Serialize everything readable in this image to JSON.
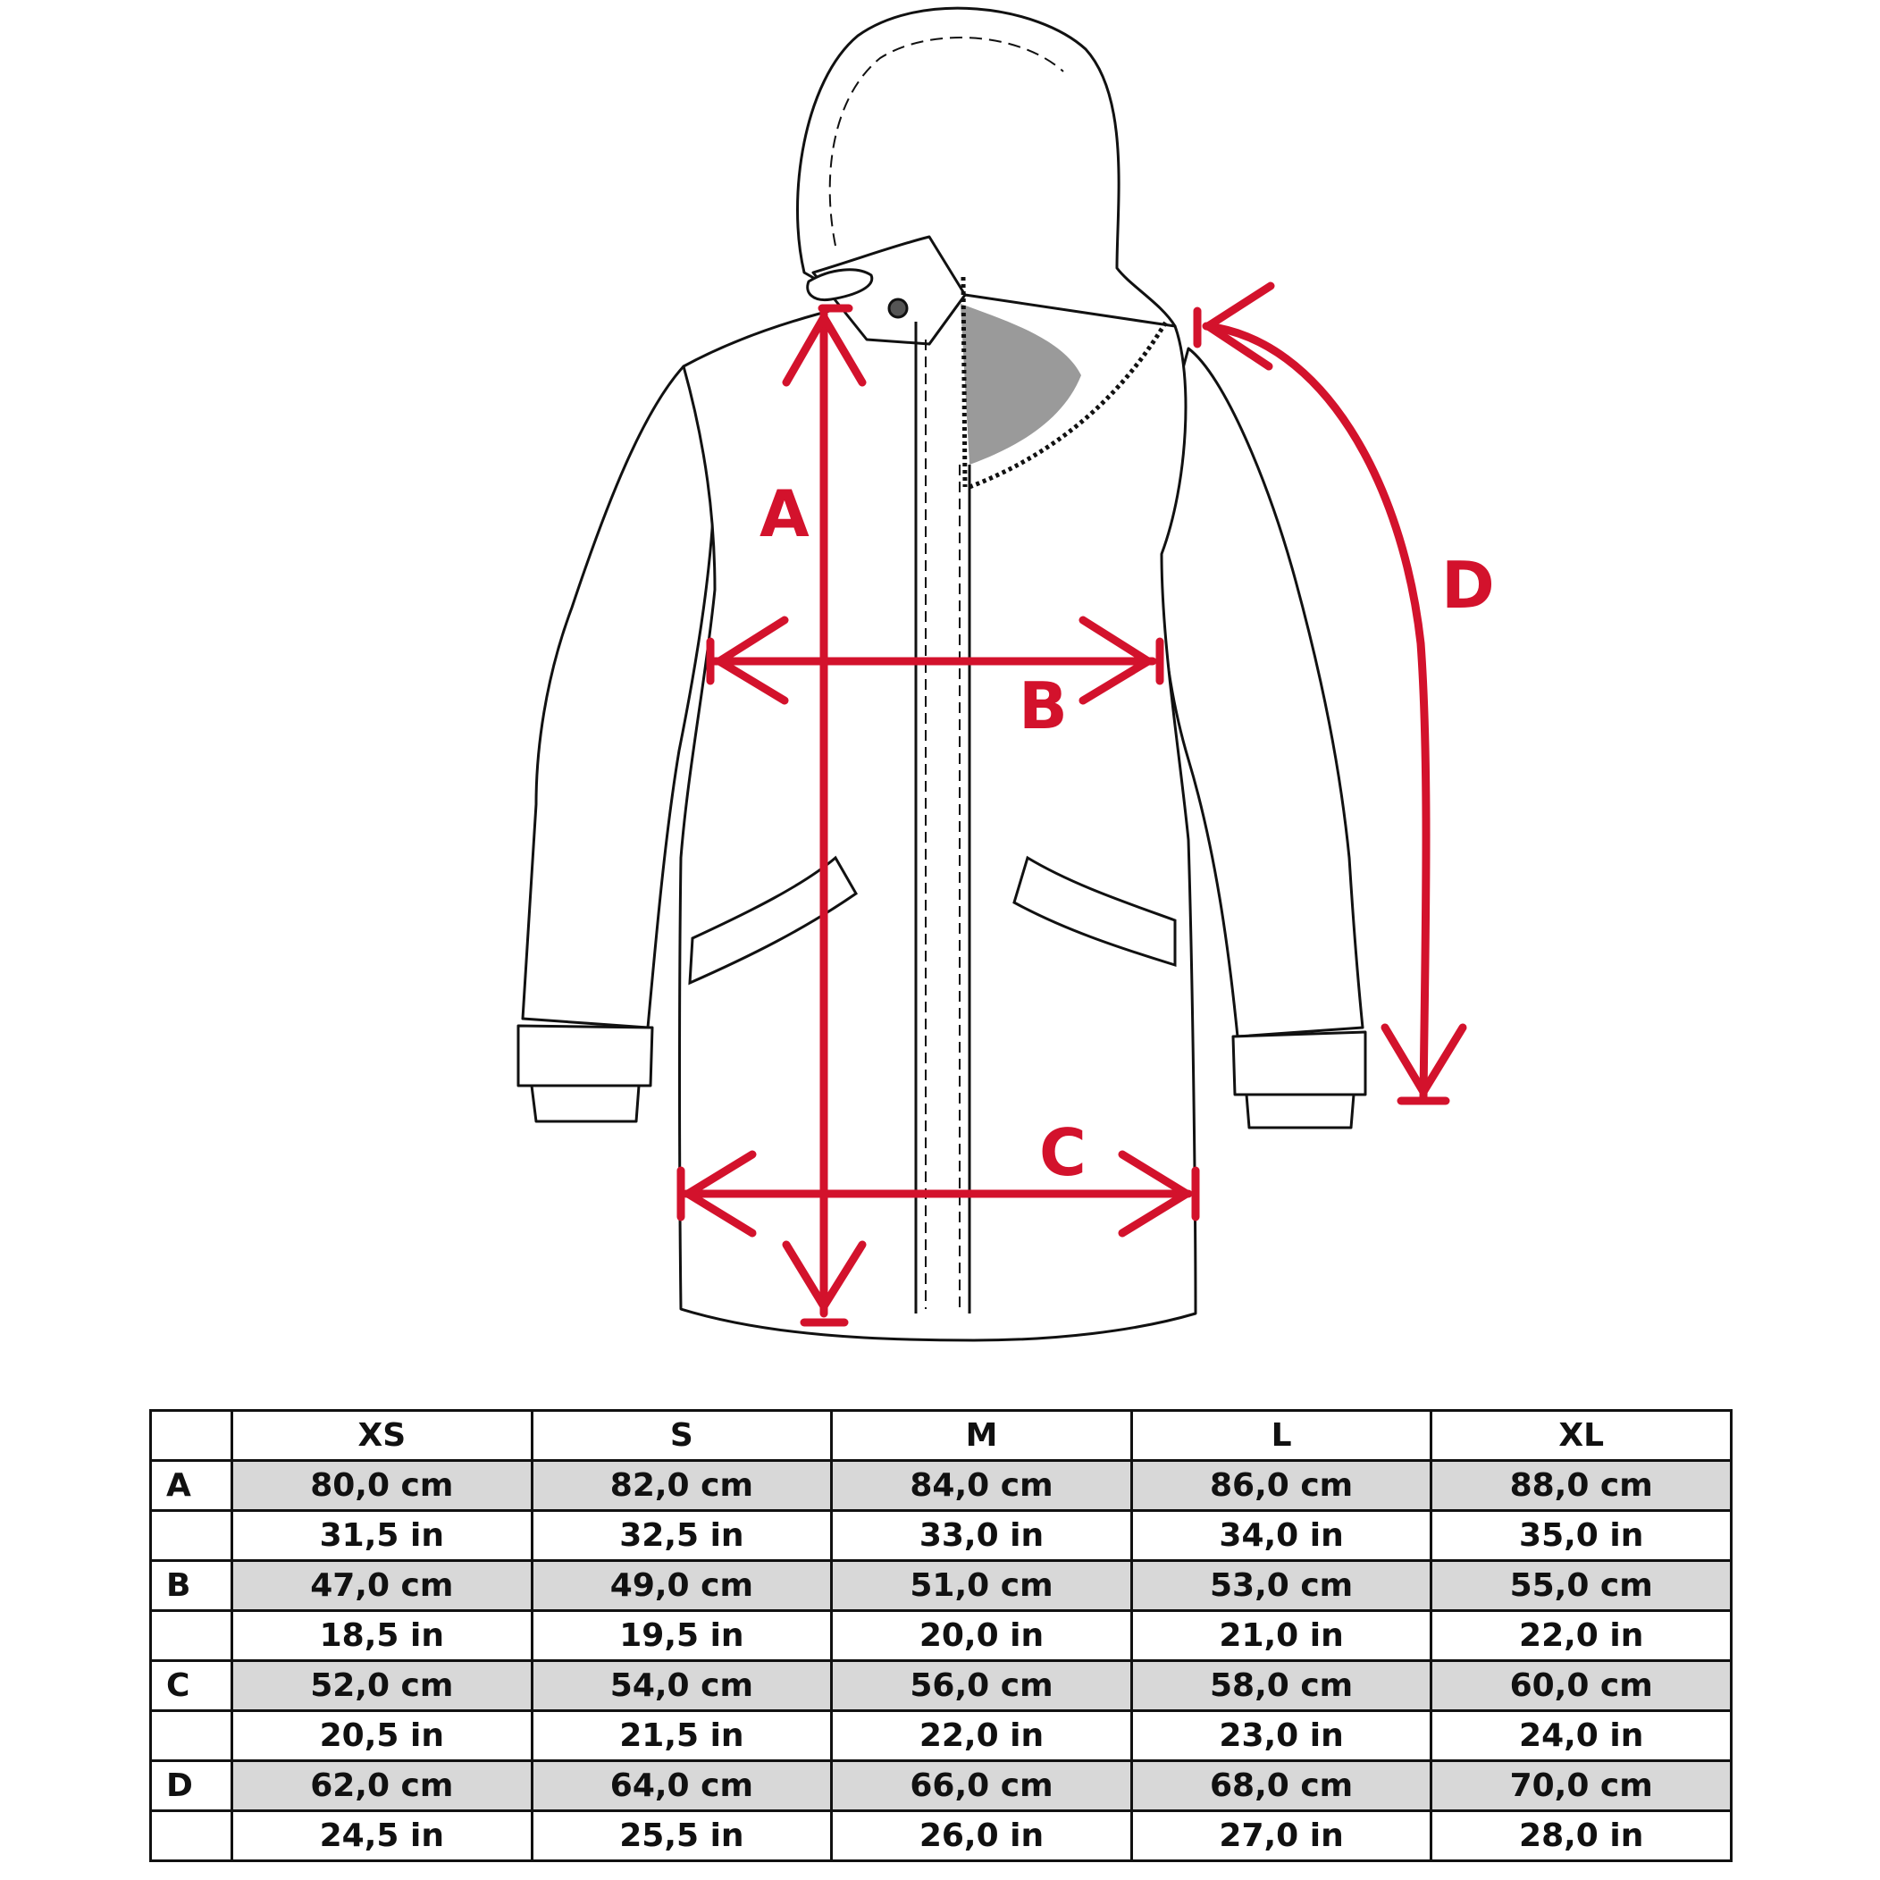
{
  "dimension_labels": {
    "a": "A",
    "b": "B",
    "c": "C",
    "d": "D"
  },
  "colors": {
    "measure_red": "#d3122c",
    "outline": "#111111",
    "shaded_row": "#d8d8d8"
  },
  "size_table": {
    "headers": [
      "XS",
      "S",
      "M",
      "L",
      "XL"
    ],
    "rows": [
      {
        "key": "A",
        "values": [
          "80,0 cm",
          "82,0 cm",
          "84,0 cm",
          "86,0 cm",
          "88,0 cm"
        ]
      },
      {
        "key": "",
        "values": [
          "31,5 in",
          "32,5 in",
          "33,0 in",
          "34,0 in",
          "35,0 in"
        ]
      },
      {
        "key": "B",
        "values": [
          "47,0 cm",
          "49,0 cm",
          "51,0 cm",
          "53,0 cm",
          "55,0 cm"
        ]
      },
      {
        "key": "",
        "values": [
          "18,5 in",
          "19,5 in",
          "20,0 in",
          "21,0 in",
          "22,0 in"
        ]
      },
      {
        "key": "C",
        "values": [
          "52,0 cm",
          "54,0 cm",
          "56,0 cm",
          "58,0 cm",
          "60,0 cm"
        ]
      },
      {
        "key": "",
        "values": [
          "20,5 in",
          "21,5 in",
          "22,0 in",
          "23,0 in",
          "24,0 in"
        ]
      },
      {
        "key": "D",
        "values": [
          "62,0 cm",
          "64,0 cm",
          "66,0 cm",
          "68,0 cm",
          "70,0 cm"
        ]
      },
      {
        "key": "",
        "values": [
          "24,5 in",
          "25,5 in",
          "26,0 in",
          "27,0 in",
          "28,0 in"
        ]
      }
    ]
  }
}
